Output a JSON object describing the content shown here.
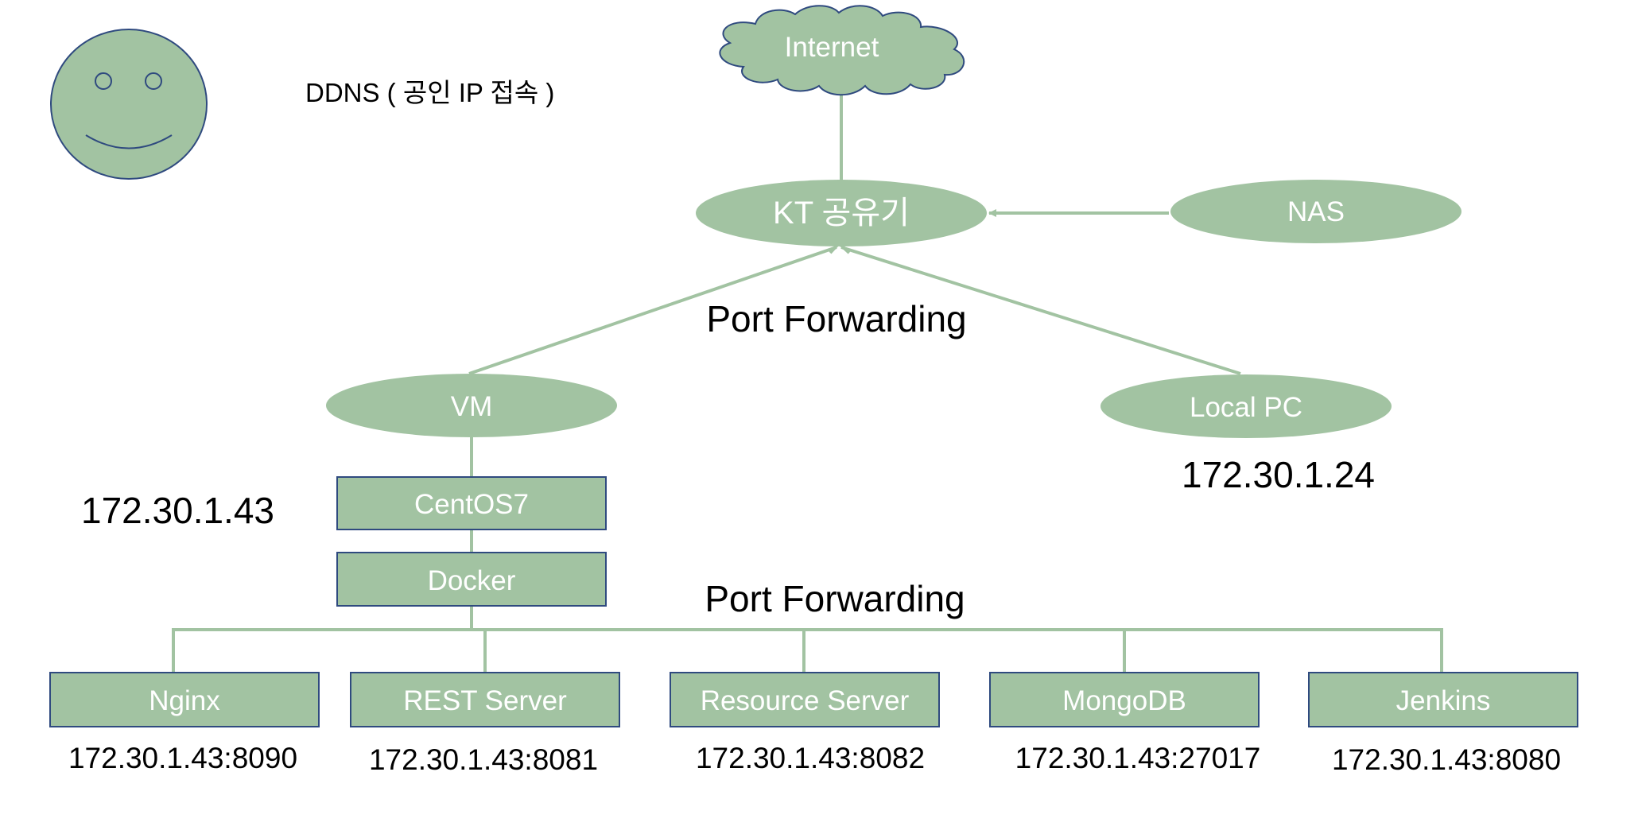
{
  "colors": {
    "fill": "#a2c3a2",
    "stroke": "#2f4a7f",
    "line": "#a2c3a2"
  },
  "icons": {
    "user": "smiley-face-icon",
    "internet": "cloud-icon"
  },
  "ddns_label": "DDNS ( 공인 IP 접속 )",
  "internet_label": "Internet",
  "router_label": "KT 공유기",
  "nas_label": "NAS",
  "port_forwarding_top": "Port Forwarding",
  "vm_label": "VM",
  "local_pc_label": "Local PC",
  "local_pc_ip": "172.30.1.24",
  "vm_ip": "172.30.1.43",
  "centos_label": "CentOS7",
  "docker_label": "Docker",
  "port_forwarding_bottom": "Port Forwarding",
  "services": [
    {
      "name": "Nginx",
      "address": "172.30.1.43:8090"
    },
    {
      "name": "REST Server",
      "address": "172.30.1.43:8081"
    },
    {
      "name": "Resource Server",
      "address": "172.30.1.43:8082"
    },
    {
      "name": "MongoDB",
      "address": "172.30.1.43:27017"
    },
    {
      "name": "Jenkins",
      "address": "172.30.1.43:8080"
    }
  ]
}
